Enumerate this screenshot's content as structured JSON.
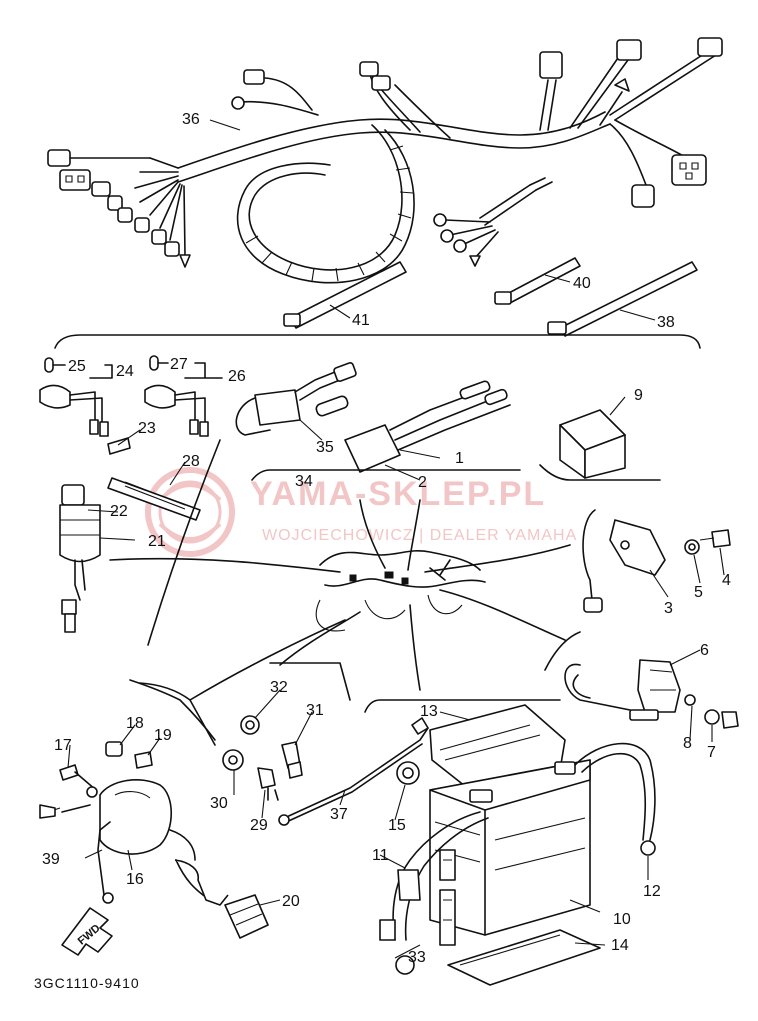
{
  "diagram": {
    "drawing_code": "3GC1110-9410",
    "direction_label": "FWD",
    "watermark": {
      "line1": "YAMA-SKLEP.PL",
      "line2": "WOJCIECHOWICZ | DEALER YAMAHA"
    },
    "callouts": {
      "n1": "1",
      "n2": "2",
      "n3": "3",
      "n4": "4",
      "n5": "5",
      "n6": "6",
      "n7": "7",
      "n8": "8",
      "n9": "9",
      "n10": "10",
      "n11": "11",
      "n12": "12",
      "n13": "13",
      "n14": "14",
      "n15": "15",
      "n16": "16",
      "n17": "17",
      "n18": "18",
      "n19": "19",
      "n20": "20",
      "n21": "21",
      "n22": "22",
      "n23": "23",
      "n24": "24",
      "n25": "25",
      "n26": "26",
      "n27": "27",
      "n28": "28",
      "n29": "29",
      "n30": "30",
      "n31": "31",
      "n32": "32",
      "n33": "33",
      "n34": "34",
      "n35": "35",
      "n36": "36",
      "n37": "37",
      "n38": "38",
      "n39": "39",
      "n40": "40",
      "n41": "41"
    }
  }
}
